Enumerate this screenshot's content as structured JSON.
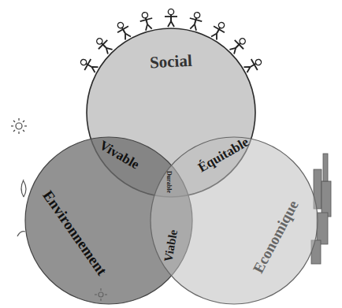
{
  "diagram": {
    "nodes": [
      {
        "text": [
          "Social"
        ]
      },
      {
        "text": [
          "Environnement"
        ]
      },
      {
        "text": [
          "Economique"
        ]
      }
    ],
    "labels": [
      "Vivable",
      "Équitable",
      "Viable",
      "Durable"
    ]
  }
}
